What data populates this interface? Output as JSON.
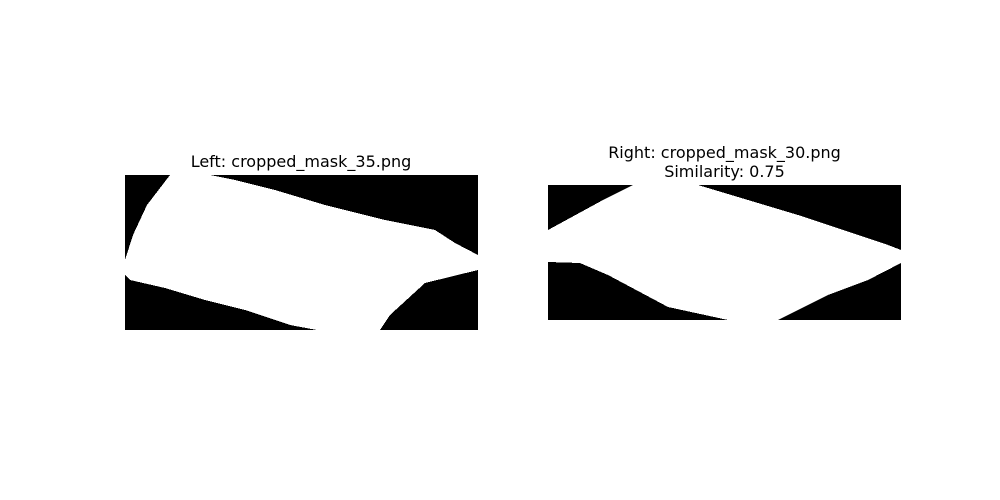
{
  "left_panel": {
    "title": "Left: cropped_mask_35.png"
  },
  "right_panel": {
    "title": "Right: cropped_mask_30.png",
    "similarity": "Similarity: 0.75"
  },
  "colors": {
    "background": "#000000",
    "mask_region": "#ffffff"
  }
}
